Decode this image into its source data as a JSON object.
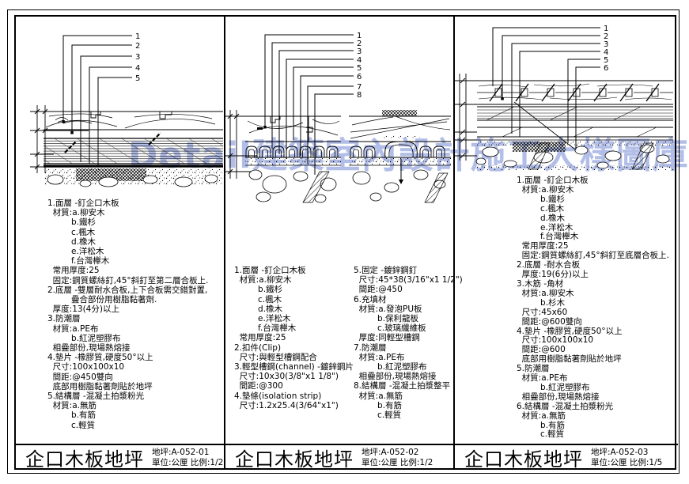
{
  "watermark": "Detail建築室內設計施工大樣圖庫",
  "colors": {
    "line": "#000000",
    "background": "#ffffff",
    "watermark": "#9fafe2"
  },
  "panels": [
    {
      "callouts": [
        "1",
        "2",
        "3",
        "4",
        "5"
      ],
      "notes": [
        "1.面層 -釘企口木板",
        "  材質:a.柳安木",
        "         b.鐵杉",
        "         c.楓木",
        "         d.橡木",
        "         e.洋松木",
        "         f.台灣櫸木",
        "  常用厚度:25",
        "  固定:鋼質螺絲釘,45°斜釘至第二層合板上.",
        "2.底層 -雙層耐水合板,上下合板需交錯對置,",
        "         疊合部份用樹脂黏著劑.",
        "  厚度:13(4分)以上",
        "3.防潮層",
        "  材質:a.PE布",
        "         b.紅泥塑膠布",
        "  相疊部份,現場熱熔接",
        "4.墊片 -橡膠質,硬度50°以上",
        "  尺寸:100x100x10",
        "  間距:@450雙向",
        "  底部用樹脂黏著劑貼於地坪",
        "5.結構層 -混凝土拍漿粉光",
        "  材質:a.無筋",
        "         b.有筋",
        "         c.輕質"
      ],
      "footer": {
        "title": "企口木板地坪",
        "drawing_no": "地坪:A-052-01",
        "unit_scale": "單位:公厘 比例:1/2"
      }
    },
    {
      "callouts": [
        "1",
        "2",
        "3",
        "4",
        "5",
        "6",
        "7",
        "8"
      ],
      "notes_left": [
        "1.面層 -釘企口木板",
        "  材質:a.柳安木",
        "         b.鐵杉",
        "         c.楓木",
        "         d.橡木",
        "         e.洋松木",
        "         f.台灣櫸木",
        "  常用厚度:25",
        "2.扣件(Clip)",
        "  尺寸:與輕型槽鋼配合",
        "3.輕型槽鋼(channel) -鍍鋅鋼片",
        "  尺寸:10x30(3/8\"x1 1/8\")",
        "  間距:@300",
        "4.墊條(isolation strip)",
        "  尺寸:1.2x25.4(3/64\"x1\")"
      ],
      "notes_right": [
        "5.固定 -鍍鋅鋼釘",
        "  尺寸:45*38(3/16\"x1 1/2\")",
        "  間距:@450",
        "6.充填材",
        "  材質:a.發泡PU板",
        "         b.保利龍板",
        "         c.玻璃纖維板",
        "  厚度:同輕型槽鋼",
        "7.防潮層",
        "  材質:a.PE布",
        "         b.紅泥塑膠布",
        "  相疊部份,現場熱熔接",
        "8.結構層 -混凝土拍漿整平",
        "  材質:a.無筋",
        "         b.有筋",
        "         c.輕質"
      ],
      "footer": {
        "title": "企口木板地坪",
        "drawing_no": "地坪:A-052-02",
        "unit_scale": "單位:公厘 比例:1/2"
      }
    },
    {
      "callouts": [
        "1",
        "2",
        "3",
        "4",
        "5",
        "6"
      ],
      "notes": [
        "1.面層 -釘企口木板",
        "  材質:a.柳安木",
        "         b.鐵杉",
        "         c.楓木",
        "         d.橡木",
        "         e.洋松木",
        "         f.台灣櫸木",
        "  常用厚度:25",
        "  固定:鋼質螺絲釘,45°斜釘至底層合板上.",
        "2.底層 -耐水合板",
        "  厚度:19(6分)以上",
        "3.木筋 -角材",
        "  材質:a.柳安木",
        "         b.杉木",
        "  尺寸:45x60",
        "  間距:@600雙向",
        "4.墊片 -橡膠質,硬度50°以上",
        "  尺寸:100x100x10",
        "  間距:@600",
        "  底部用樹脂黏著劑貼於地坪",
        "5.防潮層",
        "  材質:a.PE布",
        "         b.紅泥塑膠布",
        "  相疊部份,現場熱熔接",
        "6.結構層 -混凝土拍漿粉光",
        "  材質:a.無筋",
        "         b.有筋",
        "         c.輕質"
      ],
      "footer": {
        "title": "企口木板地坪",
        "drawing_no": "地坪:A-052-03",
        "unit_scale": "單位:公厘 比例:1/5"
      }
    }
  ]
}
